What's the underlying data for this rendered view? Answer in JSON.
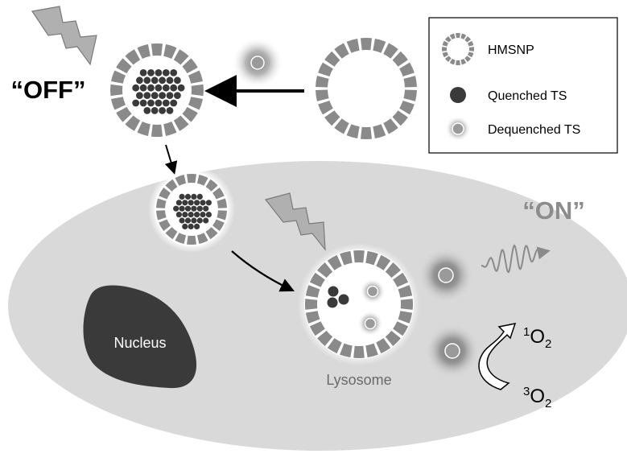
{
  "labels": {
    "off": "“OFF”",
    "on": "“ON”",
    "nucleus": "Nucleus",
    "lysosome": "Lysosome",
    "singlet_oxygen": {
      "sup": "1",
      "base": "O",
      "sub": "2"
    },
    "triplet_oxygen": {
      "sup": "3",
      "base": "O",
      "sub": "2"
    }
  },
  "legend": {
    "items": [
      {
        "label": "HMSNP",
        "icon": "hmsnp-icon"
      },
      {
        "label": "Quenched TS",
        "icon": "quenched-ts-icon"
      },
      {
        "label": "Dequenched TS",
        "icon": "dequenched-ts-icon"
      }
    ]
  },
  "colors": {
    "cell": "#d9d9d9",
    "nucleus": "#3a3a3a",
    "segment": "#8a8a8a",
    "quenched": "#3a3a3a",
    "dequenched_core": "#9a9a9a",
    "lightning": "#b0b0b0",
    "on_text": "#8c8c8c"
  },
  "icons": [
    "lightning-bolt-icon",
    "fluorescence-wave-icon"
  ]
}
